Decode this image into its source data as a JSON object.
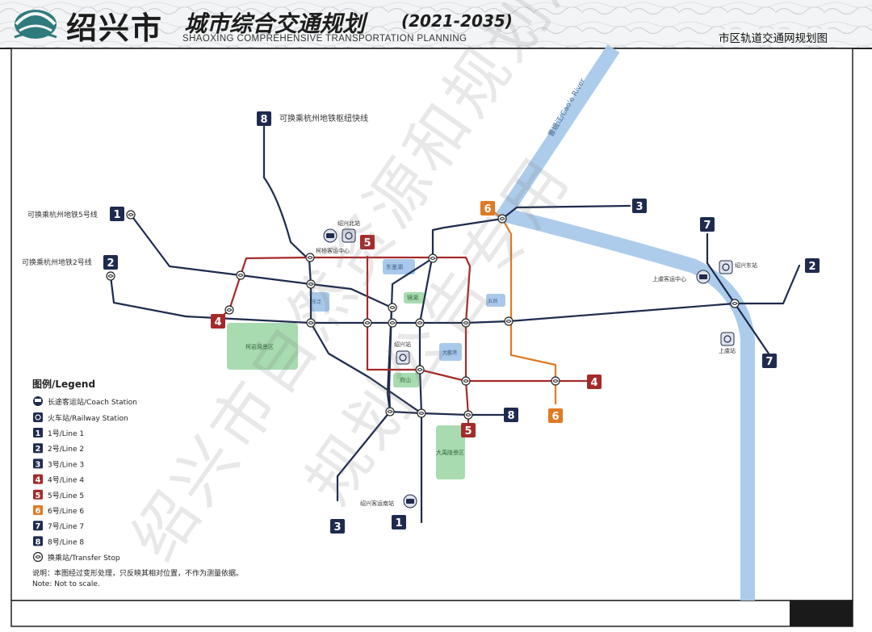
{
  "header": {
    "title_cn_city": "绍兴市",
    "title_cn_plan": "城市综合交通规划",
    "title_years": "(2021-2035)",
    "title_en": "SHAOXING COMPREHENSIVE TRANSPORTATION PLANNING",
    "map_title": "市区轨道交通网规划图"
  },
  "watermark": {
    "line1": "绍兴市自然资源和规划局",
    "line2": "规划公告专用"
  },
  "river": {
    "label": "曹娥江/Cao'e River"
  },
  "colors": {
    "line1": "#1f2b4e",
    "line2": "#1f2b4e",
    "line3": "#1f2b4e",
    "line4": "#a52a2a",
    "line5": "#a52a2a",
    "line6": "#e07a23",
    "line7": "#1f2b4e",
    "line8": "#1f2b4e",
    "river": "#a9c9ea",
    "green_area": "#a8dbb0"
  },
  "map_labels": {
    "hz_line8": "可换乘杭州地铁枢纽快线",
    "hz_line5": "可换乘杭州地铁5号线",
    "hz_line2": "可换乘杭州地铁2号线",
    "n_station": "绍兴北站",
    "keqiao_coach": "柯桥客运中心",
    "e_station": "绍兴东站",
    "shangyu_coach": "上虞客运中心",
    "shangyu_station": "上虞站",
    "sx_station": "绍兴站",
    "s_coach": "绍兴客运南站",
    "keyan": "柯岩风景区",
    "dayu": "大禹陵景区",
    "fushan": "府山",
    "jinghu": "镜湖",
    "dongjian": "东鉴湖",
    "dongjiao": "东泛",
    "yangshan": "大鹏港",
    "guaishan": "五涧"
  },
  "legend": {
    "title": "图例/Legend",
    "coach": "长途客运站/Coach Station",
    "railway": "火车站/Railway Station",
    "lines": [
      {
        "num": "1",
        "label": "1号/Line 1",
        "color": "#1f2b4e"
      },
      {
        "num": "2",
        "label": "2号/Line 2",
        "color": "#1f2b4e"
      },
      {
        "num": "3",
        "label": "3号/Line 3",
        "color": "#1f2b4e"
      },
      {
        "num": "4",
        "label": "4号/Line 4",
        "color": "#a52a2a"
      },
      {
        "num": "5",
        "label": "5号/Line 5",
        "color": "#a52a2a"
      },
      {
        "num": "6",
        "label": "6号/Line 6",
        "color": "#e07a23"
      },
      {
        "num": "7",
        "label": "7号/Line 7",
        "color": "#1f2b4e"
      },
      {
        "num": "8",
        "label": "8号/Line 8",
        "color": "#1f2b4e"
      }
    ],
    "transfer": "换乘站/Transfer Stop",
    "note1": "说明：本图经过变形处理，只反映其相对位置，不作为测量依据。",
    "note2": "Note: Not to scale."
  },
  "line_badges": [
    {
      "text": "8",
      "color": "#1f2b4e"
    },
    {
      "text": "1",
      "color": "#1f2b4e"
    },
    {
      "text": "2",
      "color": "#1f2b4e"
    },
    {
      "text": "4",
      "color": "#a52a2a"
    },
    {
      "text": "5",
      "color": "#a52a2a"
    },
    {
      "text": "6",
      "color": "#e07a23"
    },
    {
      "text": "3",
      "color": "#1f2b4e"
    },
    {
      "text": "7",
      "color": "#1f2b4e"
    },
    {
      "text": "2",
      "color": "#1f2b4e"
    },
    {
      "text": "7",
      "color": "#1f2b4e"
    },
    {
      "text": "4",
      "color": "#a52a2a"
    },
    {
      "text": "6",
      "color": "#e07a23"
    },
    {
      "text": "8",
      "color": "#1f2b4e"
    },
    {
      "text": "5",
      "color": "#a52a2a"
    },
    {
      "text": "3",
      "color": "#1f2b4e"
    },
    {
      "text": "1",
      "color": "#1f2b4e"
    }
  ]
}
